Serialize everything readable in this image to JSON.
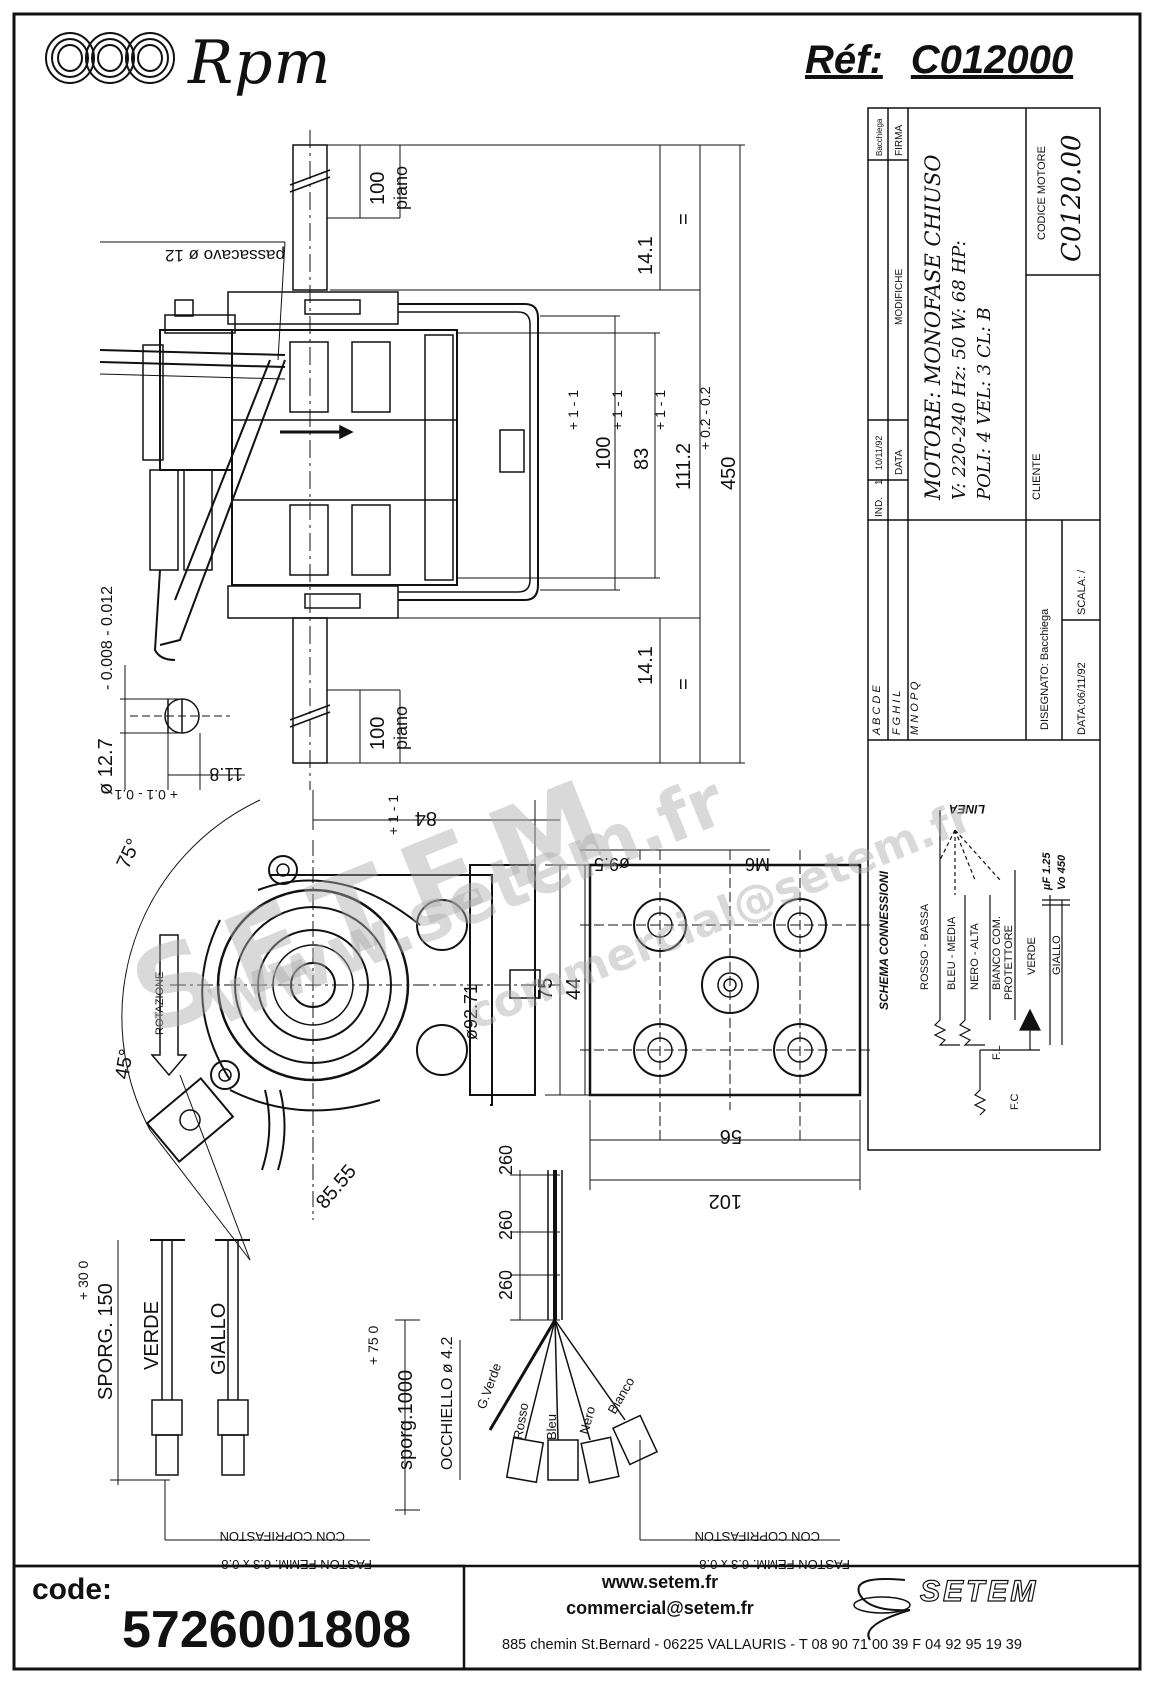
{
  "header": {
    "brand": "Rpm",
    "ref_label": "Réf:",
    "ref_value": "C012000"
  },
  "title_block": {
    "motor_title": "MOTORE: MONOFASE CHIUSO",
    "spec_line1": "V: 220-240   Hz: 50   W: 68   HP:",
    "spec_line2": "POLI: 4   VEL: 3   CL: B",
    "codice_label": "CODICE MOTORE",
    "codice_value": "C0120.00",
    "cliente_label": "CLIENTE",
    "modifiche_label": "MODIFICHE",
    "ind_label": "IND.",
    "data_label": "DATA",
    "firma_label": "FIRMA",
    "rev_index": "1",
    "rev_date": "10/11/92",
    "rev_sign": "Bacchiega",
    "disegnato": "DISEGNATO: Bacchiega",
    "scala": "SCALA: /",
    "data_date": "DATA:06/11/92",
    "letters_row1": "A  B  C  D  E",
    "letters_row2": "F  G  H  I  L",
    "letters_row3": "M  N  O  P  Q"
  },
  "dimensions": {
    "d100_top": "100",
    "piano_top": "piano",
    "d14_1_top": "14.1",
    "eq_top": "=",
    "passacavo": "passacavo ø 12",
    "d100_mid": "100",
    "tol_100": "+ 1  - 1",
    "d83": "83",
    "tol_83": "+ 1  - 1",
    "d111_2": "111.2",
    "tol_111": "+ 1  - 1",
    "d450": "450",
    "tol_450": "+ 0.2  - 0.2",
    "d14_1_bot": "14.1",
    "eq_bot": "=",
    "d100_bot": "100",
    "piano_bot": "piano",
    "shaft_dia": "ø 12.7",
    "shaft_tol": "- 0.008  - 0.012",
    "flat": "11.8",
    "flat_tol": "+ 0.1  - 0.1",
    "d84": "84",
    "d84_tol": "+ 1  - 1",
    "d9_5": "ø9.5",
    "m6": "M6",
    "d75": "75",
    "d44": "44",
    "d56": "56",
    "d102": "102",
    "dia92": "ø92.71",
    "d85_55": "85.55",
    "a75": "75°",
    "a45": "45°",
    "rotazione": "ROTAZIONE",
    "d260_a": "260",
    "d260_b": "260",
    "d260_c": "260"
  },
  "wiring": {
    "schema_title": "SCHEMA CONNESSIONI",
    "linea": "LINEA",
    "wires": [
      "ROSSO - BASSA",
      "BLEU - MEDIA",
      "NERO - ALTA",
      "BIANCO COM.",
      "PROTETTORE",
      "VERDE",
      "GIALLO"
    ],
    "fl": "F.L",
    "fc": "F.C",
    "cap": "µF 1.25",
    "vo": "Vo 450"
  },
  "leads": {
    "sporg150": "SPORG. 150",
    "sporg150_tol": "+ 30  0",
    "verde": "VERDE",
    "giallo": "GIALLO",
    "sporg1000": "sporg.1000",
    "sporg1000_tol": "+ 75  0",
    "occhiello": "OCCHIELLO ø 4.2",
    "lead_names": [
      "G.Verde",
      "Rosso",
      "Bleu",
      "Nero",
      "Bianco"
    ],
    "faston_left_1": "FASTON FEMM. 6.3 x 0.8",
    "faston_left_2": "CON COPRIFASTON",
    "faston_right_1": "FASTON FEMM. 6.3 x 0.8",
    "faston_right_2": "CON COPRIFASTON"
  },
  "footer": {
    "code_label": "code:",
    "code_value": "5726001808",
    "website": "www.setem.fr",
    "email": "commercial@setem.fr",
    "address": "885 chemin St.Bernard  -  06225 VALLAURIS  -  T 08 90 71 00 39   F 04 92 95 19 39",
    "company": "SETEM"
  },
  "watermark": {
    "line1": "www.setem.fr",
    "line2": "SETEM",
    "line3": "commercial@setem.fr"
  },
  "colors": {
    "ink": "#111111",
    "paper": "#ffffff",
    "watermark": "#aaaaaa"
  }
}
